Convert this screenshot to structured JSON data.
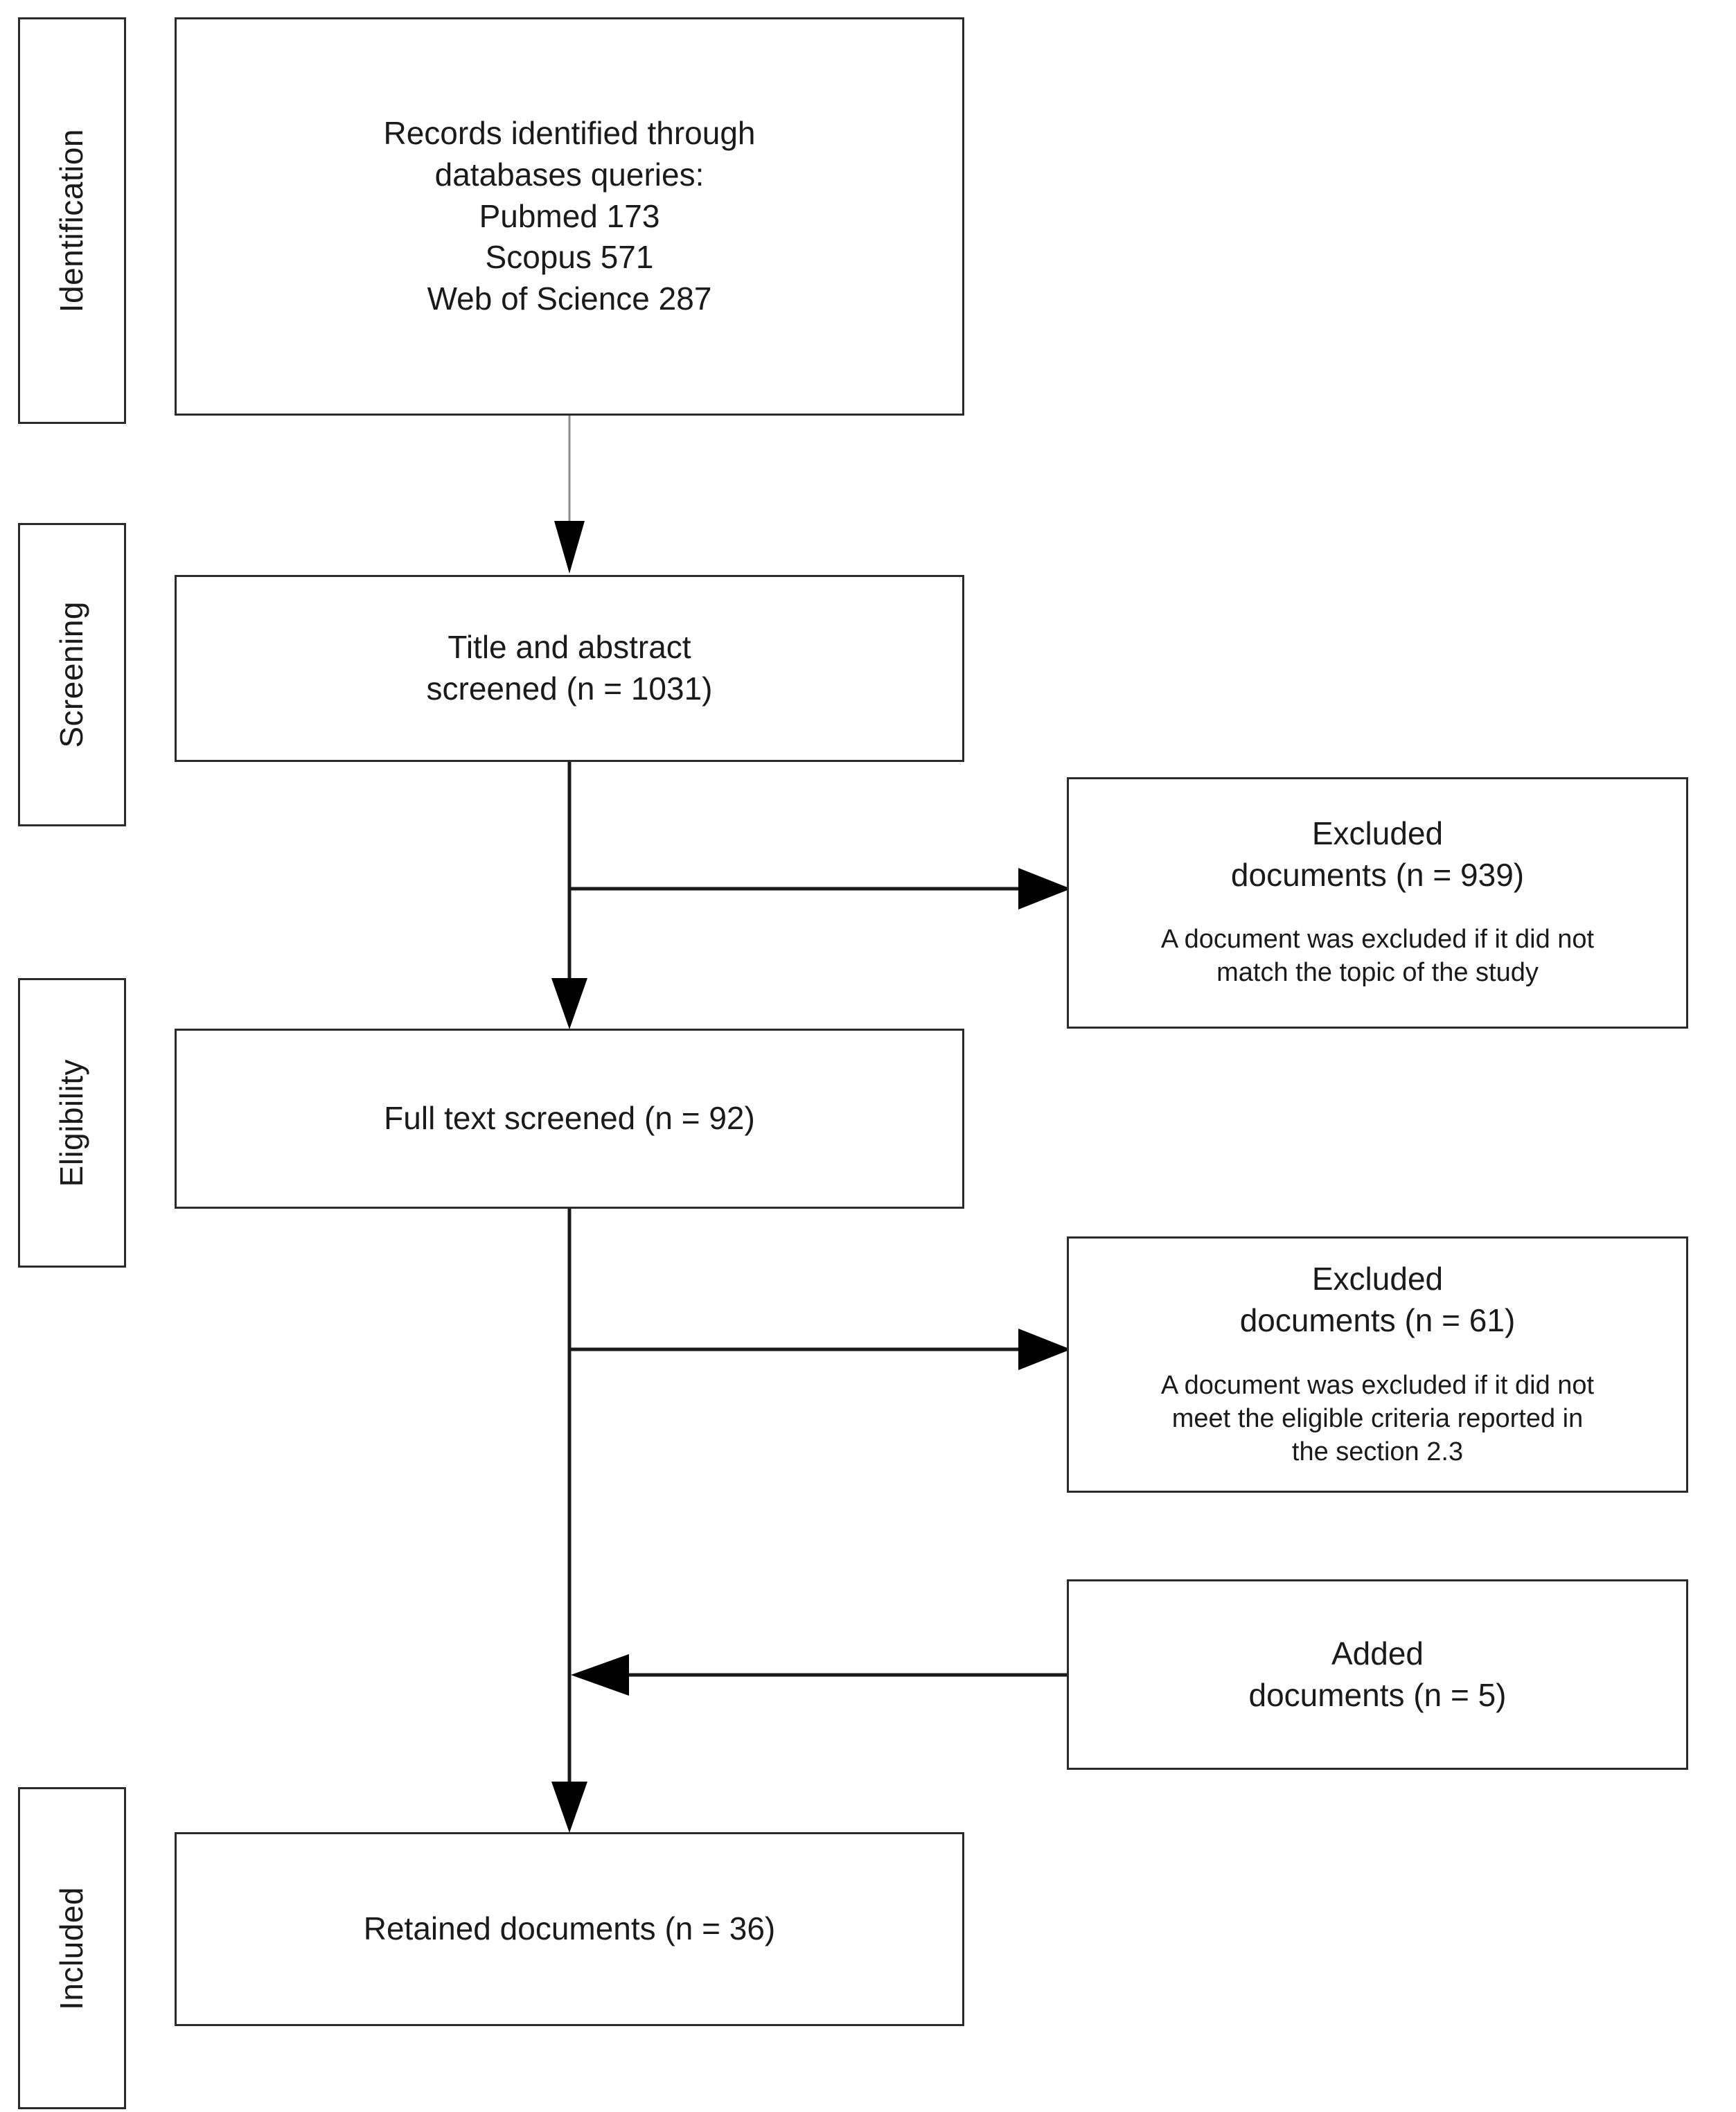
{
  "diagram": {
    "title": "PRISMA study selection flow diagram",
    "stroke_color": "#2b2b2b",
    "background_color": "#ffffff"
  },
  "stages": [
    {
      "label": "Identification"
    },
    {
      "label": "Screening"
    },
    {
      "label": "Eligibility"
    },
    {
      "label": "Included"
    }
  ],
  "nodes": {
    "records_identified": {
      "text": "Records identified through\ndatabases queries:\nPubmed 173\nScopus 571\nWeb of Science 287",
      "sources": [
        {
          "name": "Pubmed",
          "count": 173
        },
        {
          "name": "Scopus",
          "count": 571
        },
        {
          "name": "Web of Science",
          "count": 287
        }
      ]
    },
    "title_abstract_screened": {
      "text": "Title and abstract\nscreened (n = 1031)",
      "count": 1031
    },
    "excluded_screening": {
      "head": "Excluded\ndocuments (n = 939)",
      "sub": "A document was excluded if it did not\nmatch the topic of the study",
      "count": 939
    },
    "full_text_screened": {
      "text": "Full text screened (n = 92)",
      "count": 92
    },
    "excluded_eligibility": {
      "head": "Excluded\ndocuments (n = 61)",
      "sub": "A document was excluded if it did not\nmeet the eligible criteria reported in\nthe section 2.3",
      "count": 61
    },
    "added_documents": {
      "text": "Added\ndocuments (n = 5)",
      "count": 5
    },
    "retained_documents": {
      "text": "Retained documents (n = 36)",
      "count": 36
    }
  },
  "edges": [
    {
      "from": "records_identified",
      "to": "title_abstract_screened",
      "direction": "down"
    },
    {
      "from": "title_abstract_screened",
      "to": "excluded_screening",
      "direction": "right"
    },
    {
      "from": "title_abstract_screened",
      "to": "full_text_screened",
      "direction": "down"
    },
    {
      "from": "full_text_screened",
      "to": "excluded_eligibility",
      "direction": "right"
    },
    {
      "from": "added_documents",
      "to": "retained_documents",
      "direction": "left"
    },
    {
      "from": "full_text_screened",
      "to": "retained_documents",
      "direction": "down"
    }
  ]
}
